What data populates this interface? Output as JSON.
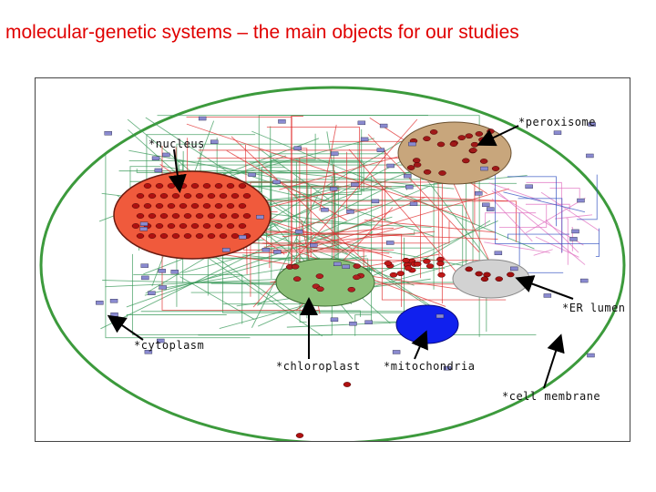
{
  "title": "molecular-genetic systems – the main objects for our studies",
  "labels": {
    "peroxisome": "*peroxisome",
    "nucleus": "*nucleus",
    "er_lumen": "*ER lumen",
    "cytoplasm": "*cytoplasm",
    "chloroplast": "*chloroplast",
    "mitochondria": "*mitochondria",
    "cell_membrane": "*cell membrane"
  },
  "colors": {
    "title": "#e00000",
    "cell_membrane_outline": "#3c9a3c",
    "nucleus": "#f05a3c",
    "peroxisome": "#c8a67c",
    "chloroplast": "#8cbf78",
    "mitochondria": "#1020ee",
    "er_lumen": "#d2d2d2",
    "network_green": "#3a9a5a",
    "network_red": "#e03030",
    "network_pink": "#e070c0",
    "network_blue": "#3050c0"
  }
}
